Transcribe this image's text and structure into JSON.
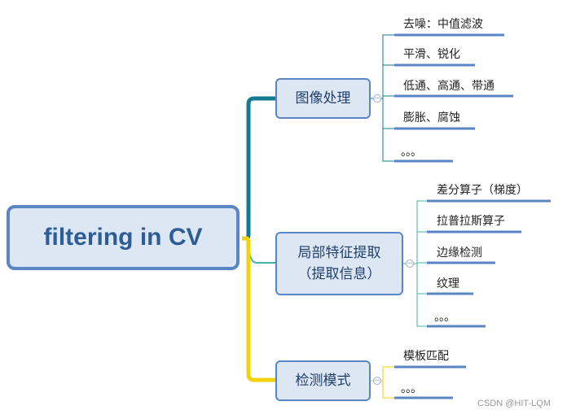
{
  "root": {
    "label": "filtering in CV"
  },
  "branches": [
    {
      "label_lines": [
        "图像处理"
      ],
      "children": [
        "去噪：中值滤波",
        "平滑、锐化",
        "低通、高通、带通",
        "膨胀、腐蚀",
        "。。。"
      ]
    },
    {
      "label_lines": [
        "局部特征提取",
        "（提取信息）"
      ],
      "children": [
        "差分算子（梯度）",
        "拉普拉斯算子",
        "边缘检测",
        "纹理",
        "。。。"
      ]
    },
    {
      "label_lines": [
        "检测模式"
      ],
      "children": [
        "模板匹配",
        "。。。"
      ]
    }
  ],
  "colors": {
    "branch_connectors": [
      "#127a91",
      "#3fb5a9",
      "#f2d20a"
    ],
    "leaf_underline": "#5b86c5",
    "root_border": "#5b86c5"
  },
  "watermark": "CSDN @HIT-LQM"
}
